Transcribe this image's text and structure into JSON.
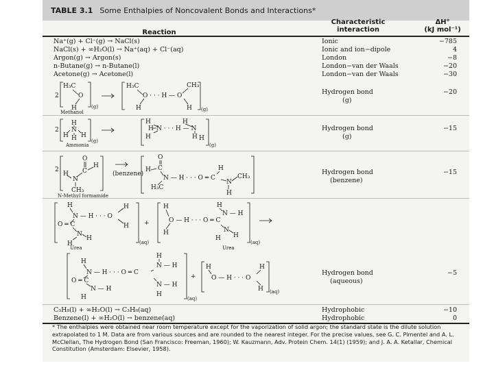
{
  "table": {
    "number": "TABLE 3.1",
    "title": "Some Enthalpies of Noncovalent Bonds and Interactions*",
    "headers": {
      "reaction": "Reaction",
      "interaction_line1": "Characteristic",
      "interaction_line2": "interaction",
      "dh_line1": "ΔH°",
      "dh_line2": "(kJ mol⁻¹)"
    },
    "simple_rows": [
      {
        "reaction": "Na⁺(g) + Cl⁻(g) → NaCl(s)",
        "interaction": "Ionic",
        "dh": "−785"
      },
      {
        "reaction": "NaCl(s) + ∞H₂O(l) → Na⁺(aq) + Cl⁻(aq)",
        "interaction": "Ionic and ion−dipole",
        "dh": "4"
      },
      {
        "reaction": "Argon(g) → Argon(s)",
        "interaction": "London",
        "dh": "−8"
      },
      {
        "reaction": "n-Butane(g) → n-Butane(l)",
        "interaction": "London−van der Waals",
        "dh": "−20"
      },
      {
        "reaction": "Acetone(g) → Acetone(l)",
        "interaction": "London−van der Waals",
        "dh": "−30"
      }
    ],
    "hbond_rows": [
      {
        "interaction_line1": "Hydrogen bond",
        "interaction_line2": "(g)",
        "dh": "−20"
      },
      {
        "interaction_line1": "Hydrogen bond",
        "interaction_line2": "(g)",
        "dh": "−15"
      },
      {
        "interaction_line1": "Hydrogen bond",
        "interaction_line2": "(benzene)",
        "dh": "−15"
      },
      {
        "interaction_line1": "Hydrogen bond",
        "interaction_line2": "(aqueous)",
        "dh": "−5"
      }
    ],
    "hydrophobic_rows": [
      {
        "reaction": "C₃H₈(l) + ∞H₂O(l) → C₃H₈(aq)",
        "interaction": "Hydrophobic",
        "dh": "−10"
      },
      {
        "reaction": "Benzene(l) + ∞H₂O(l) → benzene(aq)",
        "interaction": "Hydrophobic",
        "dh": "0"
      }
    ],
    "structure_labels": {
      "methanol": "Methanol",
      "ammonia": "Ammonia",
      "nmf": "N-Methyl formamide",
      "urea": "Urea",
      "urea2": "Urea",
      "benzene": "(benzene)"
    },
    "footnote": "* The enthalpies were obtained near room temperature except for the vaporization of solid argon; the standard state is the dilute solution extrapolated to 1 M. Data are from various sources and are rounded to the nearest integer. For the precise values, see G. C. Pimentel and A. L. McClellan, The Hydrogen Bond (San Francisco: Freeman, 1960); W. Kauzmann, Adv. Protein Chem. 14(1) (1959); and J. A. A. Ketallar, Chemical Constitution (Amsterdam: Elsevier, 1958)."
  }
}
